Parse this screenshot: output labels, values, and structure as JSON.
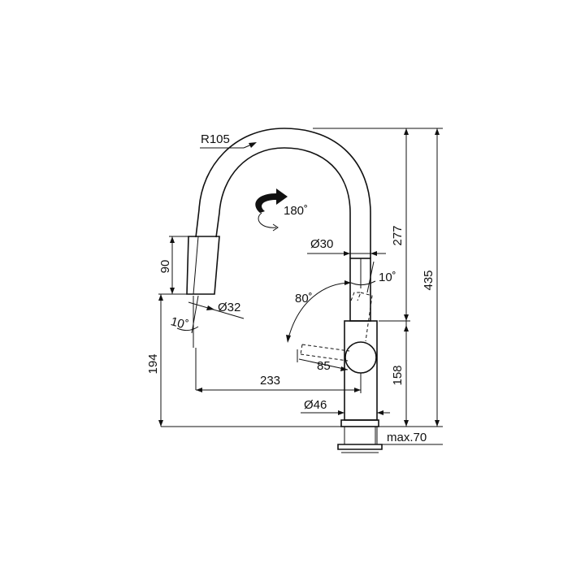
{
  "dimensions": {
    "radius": "R105",
    "rotation": "180˚",
    "spray_length": "90",
    "spray_diameter": "Ø32",
    "spray_angle": "10˚",
    "height_to_spray": "194",
    "reach": "233",
    "pipe_diameter": "Ø30",
    "handle_angle_top": "10˚",
    "handle_angle": "80˚",
    "handle_length": "85",
    "lever_height": "158",
    "upper_height": "277",
    "total_height": "435",
    "base_diameter": "Ø46",
    "deck_thickness": "max.70"
  }
}
